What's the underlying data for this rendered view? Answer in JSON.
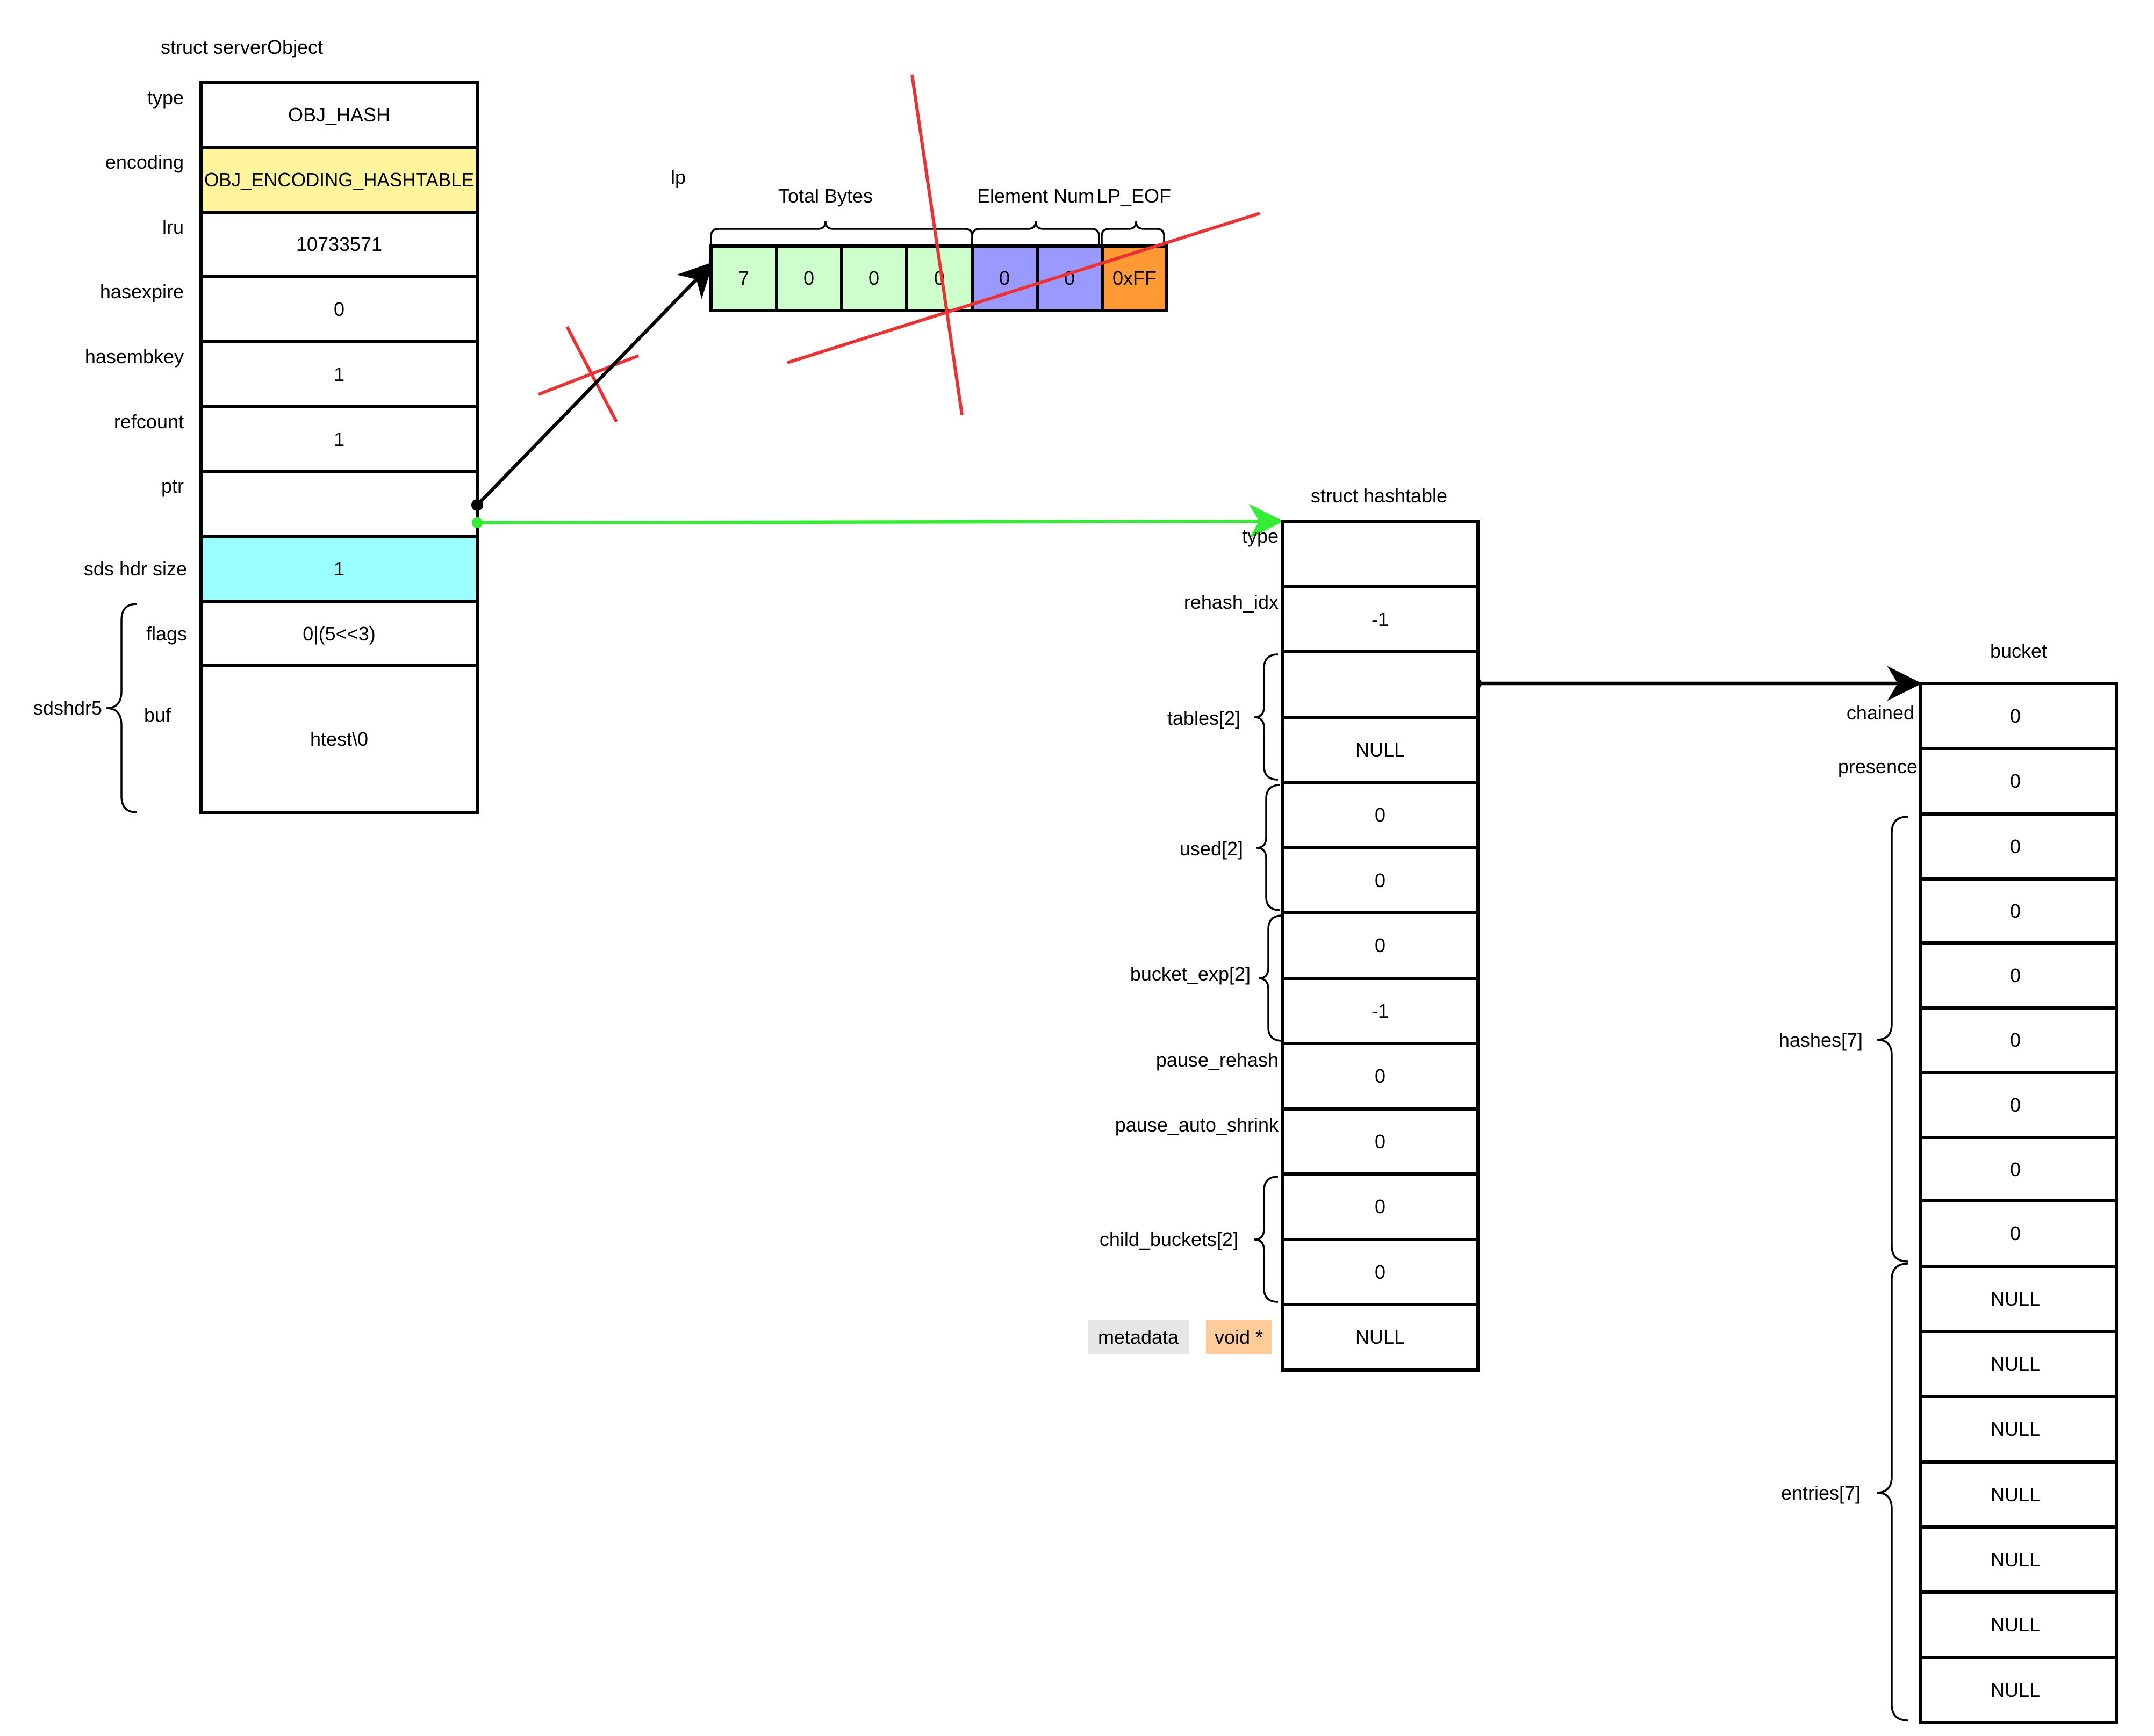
{
  "colors": {
    "yellow": "#FFF59D",
    "cyan": "#99FFFF",
    "green": "#CCFFCC",
    "purple": "#9999FF",
    "orange": "#FF9933",
    "red": "#F03030",
    "pointer_green": "#33EE33",
    "metadata_bg": "#E6E6E6",
    "void_bg": "#FFCC99"
  },
  "server_object": {
    "title": "struct serverObject",
    "fields": [
      {
        "label": "type",
        "value": "OBJ_HASH"
      },
      {
        "label": "encoding",
        "value": "OBJ_ENCODING_HASHTABLE"
      },
      {
        "label": "lru",
        "value": "10733571"
      },
      {
        "label": "hasexpire",
        "value": "0"
      },
      {
        "label": "hasembkey",
        "value": "1"
      },
      {
        "label": "refcount",
        "value": "1"
      },
      {
        "label": "ptr",
        "value": ""
      },
      {
        "label": "sds hdr size",
        "value": "1"
      },
      {
        "label": "flags",
        "value": "0|(5<<3)"
      },
      {
        "label": "buf",
        "value": "htest\\0"
      }
    ],
    "group_label": "sdshdr5"
  },
  "listpack": {
    "label": "lp",
    "groups": [
      "Total Bytes",
      "Element Num",
      "LP_EOF"
    ],
    "cells": [
      "7",
      "0",
      "0",
      "0",
      "0",
      "0",
      "0xFF"
    ]
  },
  "hashtable": {
    "title": "struct hashtable",
    "fields": [
      {
        "label": "type",
        "value": ""
      },
      {
        "label": "rehash_idx",
        "value": "-1"
      },
      {
        "label": "",
        "value": ""
      },
      {
        "label": "",
        "value": "NULL"
      },
      {
        "label": "",
        "value": "0"
      },
      {
        "label": "",
        "value": "0"
      },
      {
        "label": "",
        "value": "0"
      },
      {
        "label": "",
        "value": "-1"
      },
      {
        "label": "pause_rehash",
        "value": "0"
      },
      {
        "label": "pause_auto_shrink",
        "value": "0"
      },
      {
        "label": "",
        "value": "0"
      },
      {
        "label": "",
        "value": "0"
      },
      {
        "label": "",
        "value": "NULL"
      }
    ],
    "group_labels": [
      "tables[2]",
      "used[2]",
      "bucket_exp[2]",
      "child_buckets[2]"
    ],
    "metadata_label": "metadata",
    "metadata_type": "void *"
  },
  "bucket": {
    "title": "bucket",
    "fields": [
      {
        "label": "chained",
        "value": "0"
      },
      {
        "label": "presence",
        "value": "0"
      },
      {
        "label": "",
        "value": "0"
      },
      {
        "label": "",
        "value": "0"
      },
      {
        "label": "",
        "value": "0"
      },
      {
        "label": "",
        "value": "0"
      },
      {
        "label": "",
        "value": "0"
      },
      {
        "label": "",
        "value": "0"
      },
      {
        "label": "",
        "value": "0"
      },
      {
        "label": "",
        "value": "NULL"
      },
      {
        "label": "",
        "value": "NULL"
      },
      {
        "label": "",
        "value": "NULL"
      },
      {
        "label": "",
        "value": "NULL"
      },
      {
        "label": "",
        "value": "NULL"
      },
      {
        "label": "",
        "value": "NULL"
      },
      {
        "label": "",
        "value": "NULL"
      }
    ],
    "group_labels": [
      "hashes[7]",
      "entries[7]"
    ]
  }
}
